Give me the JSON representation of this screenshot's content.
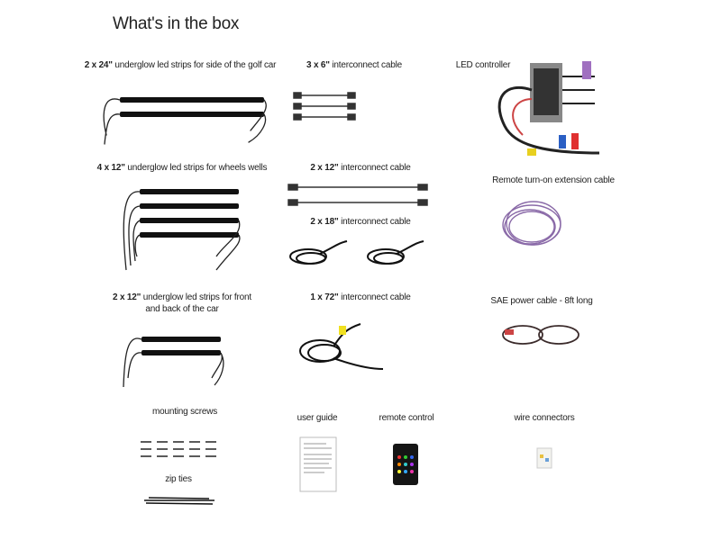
{
  "title": "What's in the box",
  "items": {
    "strips_24": {
      "qty": "2 x 24\"",
      "desc": " underglow led strips for side of the golf car"
    },
    "cable_6": {
      "qty": "3 x 6\"",
      "desc": " interconnect cable"
    },
    "controller": {
      "desc": "LED controller"
    },
    "strips_12_wheels": {
      "qty": "4 x 12\"",
      "desc": " underglow led strips for wheels wells"
    },
    "cable_12": {
      "qty": "2 x 12\"",
      "desc": " interconnect cable"
    },
    "remote_ext": {
      "desc": "Remote turn-on extension cable"
    },
    "cable_18": {
      "qty": "2 x 18\"",
      "desc": " interconnect cable"
    },
    "strips_12_front": {
      "qty": "2 x 12\"",
      "desc": " underglow led strips for front",
      "desc2": "and back of the car"
    },
    "cable_72": {
      "qty": "1 x 72\"",
      "desc": " interconnect cable"
    },
    "sae": {
      "desc": "SAE power cable - 8ft long"
    },
    "screws": {
      "desc": "mounting screws"
    },
    "guide": {
      "desc": "user guide"
    },
    "remote": {
      "desc": "remote control"
    },
    "wire_conn": {
      "desc": "wire connectors"
    },
    "zip": {
      "desc": "zip ties"
    }
  }
}
